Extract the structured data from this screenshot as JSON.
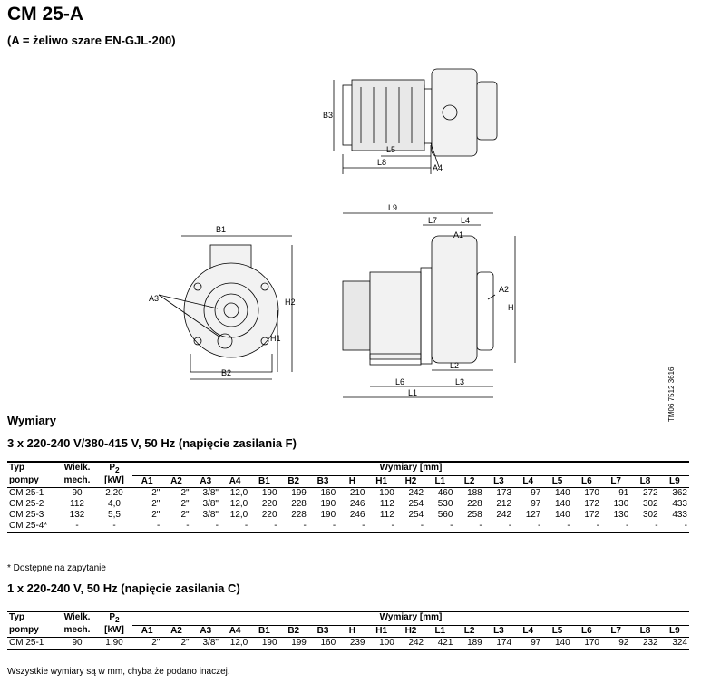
{
  "title": "CM 25-A",
  "subtitle": "(A = żeliwo szare EN-GJL-200)",
  "drawing_labels": {
    "top": [
      "B3",
      "L5",
      "L8",
      "A4"
    ],
    "front": [
      "B1",
      "A3",
      "H2",
      "H1",
      "B2"
    ],
    "side": [
      "L9",
      "L7",
      "L4",
      "A1",
      "A2",
      "H",
      "L2",
      "L6",
      "L3",
      "L1"
    ]
  },
  "drawing_code": "TM06 7512 3616",
  "section_heading": "Wymiary",
  "table1": {
    "heading": "3 x 220-240 V/380-415 V, 50 Hz (napięcie zasilania F)",
    "col_typ": "Typ",
    "col_typ2": "pompy",
    "col_wielk": "Wielk.",
    "col_wielk2": "mech.",
    "col_p2": "P",
    "col_p2_sub": "2",
    "col_p2_unit": "[kW]",
    "group_header": "Wymiary [mm]",
    "dim_cols": [
      "A1",
      "A2",
      "A3",
      "A4",
      "B1",
      "B2",
      "B3",
      "H",
      "H1",
      "H2",
      "L1",
      "L2",
      "L3",
      "L4",
      "L5",
      "L6",
      "L7",
      "L8",
      "L9"
    ],
    "rows": [
      [
        "CM 25-1",
        "90",
        "2,20",
        "2\"",
        "2\"",
        "3/8\"",
        "12,0",
        "190",
        "199",
        "160",
        "210",
        "100",
        "242",
        "460",
        "188",
        "173",
        "97",
        "140",
        "170",
        "91",
        "272",
        "362"
      ],
      [
        "CM 25-2",
        "112",
        "4,0",
        "2\"",
        "2\"",
        "3/8\"",
        "12,0",
        "220",
        "228",
        "190",
        "246",
        "112",
        "254",
        "530",
        "228",
        "212",
        "97",
        "140",
        "172",
        "130",
        "302",
        "433"
      ],
      [
        "CM 25-3",
        "132",
        "5,5",
        "2\"",
        "2\"",
        "3/8\"",
        "12,0",
        "220",
        "228",
        "190",
        "246",
        "112",
        "254",
        "560",
        "258",
        "242",
        "127",
        "140",
        "172",
        "130",
        "302",
        "433"
      ],
      [
        "CM 25-4*",
        "-",
        "-",
        "-",
        "-",
        "-",
        "-",
        "-",
        "-",
        "-",
        "-",
        "-",
        "-",
        "-",
        "-",
        "-",
        "-",
        "-",
        "-",
        "-",
        "-",
        "-"
      ]
    ],
    "footnote": "*    Dostępne na zapytanie"
  },
  "table2": {
    "heading": "1 x 220-240 V, 50 Hz (napięcie zasilania C)",
    "col_typ": "Typ",
    "col_typ2": "pompy",
    "col_wielk": "Wielk.",
    "col_wielk2": "mech.",
    "col_p2": "P",
    "col_p2_sub": "2",
    "col_p2_unit": "[kW]",
    "group_header": "Wymiary [mm]",
    "dim_cols": [
      "A1",
      "A2",
      "A3",
      "A4",
      "B1",
      "B2",
      "B3",
      "H",
      "H1",
      "H2",
      "L1",
      "L2",
      "L3",
      "L4",
      "L5",
      "L6",
      "L7",
      "L8",
      "L9"
    ],
    "rows": [
      [
        "CM 25-1",
        "90",
        "1,90",
        "2\"",
        "2\"",
        "3/8\"",
        "12,0",
        "190",
        "199",
        "160",
        "239",
        "100",
        "242",
        "421",
        "189",
        "174",
        "97",
        "140",
        "170",
        "92",
        "232",
        "324"
      ]
    ]
  },
  "bottom_note": "Wszystkie wymiary są w mm, chyba że podano inaczej."
}
